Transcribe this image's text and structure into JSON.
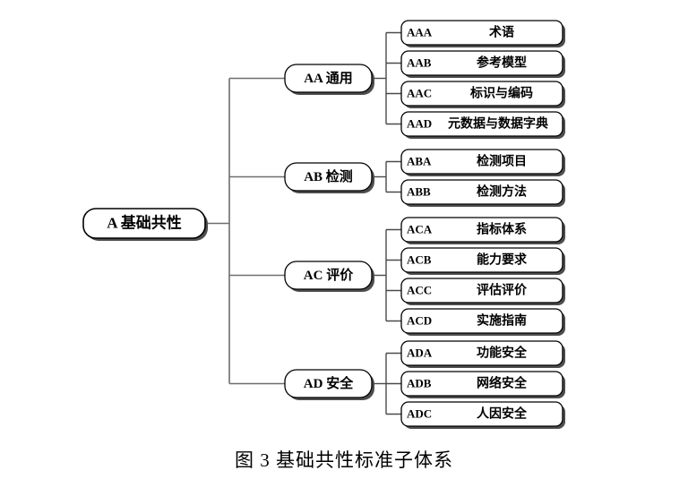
{
  "figure": {
    "caption": "图 3  基础共性标准子体系",
    "caption_number": "图 3",
    "caption_title": "基础共性标准子体系"
  },
  "colors": {
    "node_fill": "#ffffff",
    "node_stroke": "#000000",
    "node_shadow": "#4d4d4d",
    "connector": "#4a4a4a",
    "text": "#000000",
    "background": "#ffffff"
  },
  "tree": {
    "root": {
      "code": "A",
      "label": "基础共性",
      "text": "A  基础共性"
    },
    "branches": [
      {
        "code": "AA",
        "label": "通用",
        "text": "AA  通用",
        "children": [
          {
            "code": "AAA",
            "label": "术语"
          },
          {
            "code": "AAB",
            "label": "参考模型"
          },
          {
            "code": "AAC",
            "label": "标识与编码"
          },
          {
            "code": "AAD",
            "label": "元数据与数据字典"
          }
        ]
      },
      {
        "code": "AB",
        "label": "检测",
        "text": "AB  检测",
        "children": [
          {
            "code": "ABA",
            "label": "检测项目"
          },
          {
            "code": "ABB",
            "label": "检测方法"
          }
        ]
      },
      {
        "code": "AC",
        "label": "评价",
        "text": "AC  评价",
        "children": [
          {
            "code": "ACA",
            "label": "指标体系"
          },
          {
            "code": "ACB",
            "label": "能力要求"
          },
          {
            "code": "ACC",
            "label": "评估评价"
          },
          {
            "code": "ACD",
            "label": "实施指南"
          }
        ]
      },
      {
        "code": "AD",
        "label": "安全",
        "text": "AD  安全",
        "children": [
          {
            "code": "ADA",
            "label": "功能安全"
          },
          {
            "code": "ADB",
            "label": "网络安全"
          },
          {
            "code": "ADC",
            "label": "人因安全"
          }
        ]
      }
    ]
  }
}
